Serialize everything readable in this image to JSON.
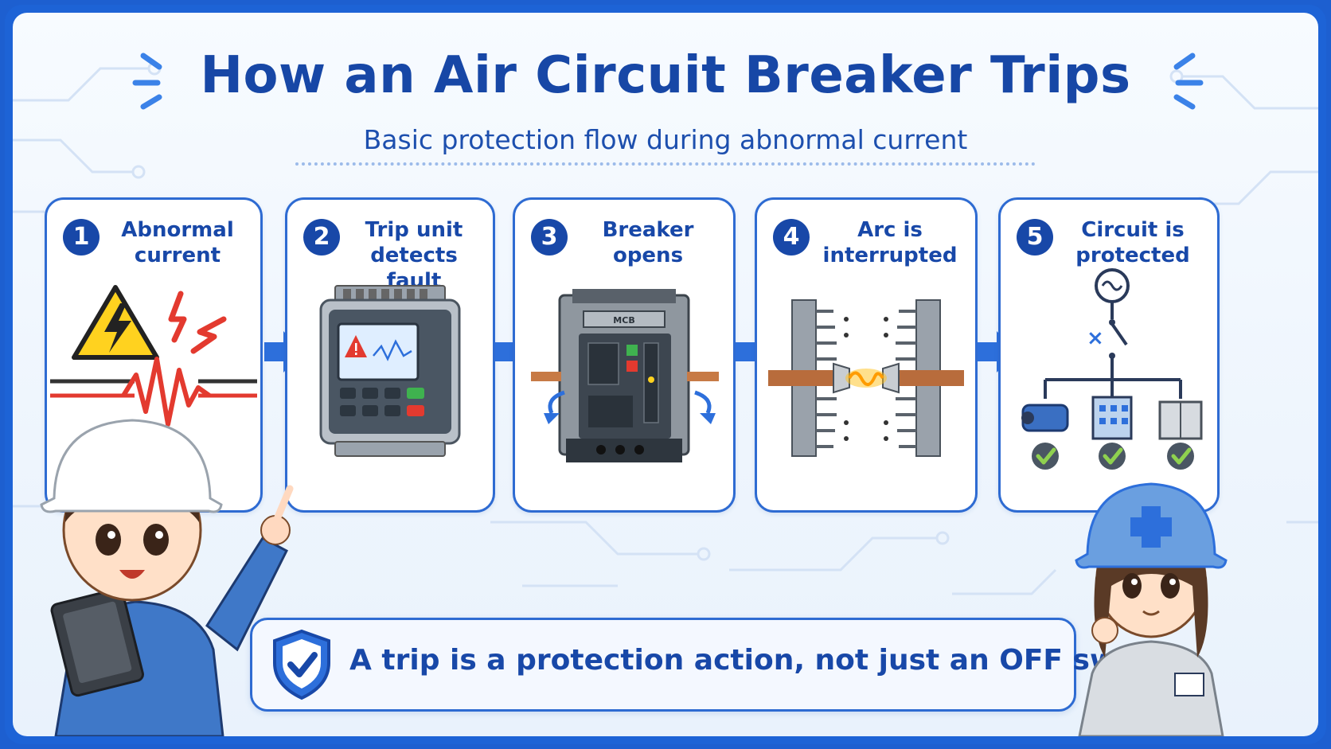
{
  "title": "How an Air Circuit Breaker Trips",
  "subtitle": "Basic protection flow during abnormal current",
  "steps": [
    {
      "number": "1",
      "label": "Abnormal current",
      "icon": "electric-hazard-icon"
    },
    {
      "number": "2",
      "label": "Trip unit detects fault",
      "icon": "trip-unit-icon"
    },
    {
      "number": "3",
      "label": "Breaker opens",
      "icon": "air-circuit-breaker-icon"
    },
    {
      "number": "4",
      "label": "Arc is interrupted",
      "icon": "arc-chute-icon"
    },
    {
      "number": "5",
      "label": "Circuit is protected",
      "icon": "protected-loads-icon"
    }
  ],
  "breaker_nameplate": "MCB",
  "note": {
    "text": "A trip is a protection action, not just an OFF switch.",
    "icon": "shield-check-icon"
  },
  "colors": {
    "frame": "#1d63d6",
    "title": "#1747a6",
    "card_border": "#2e6bd2",
    "step_number_bg": "#1848a8",
    "hazard_yellow": "#ffd21f",
    "fault_red": "#e33a2f",
    "check_green": "#8fd14f",
    "arc_glow": "#ffc21a"
  }
}
